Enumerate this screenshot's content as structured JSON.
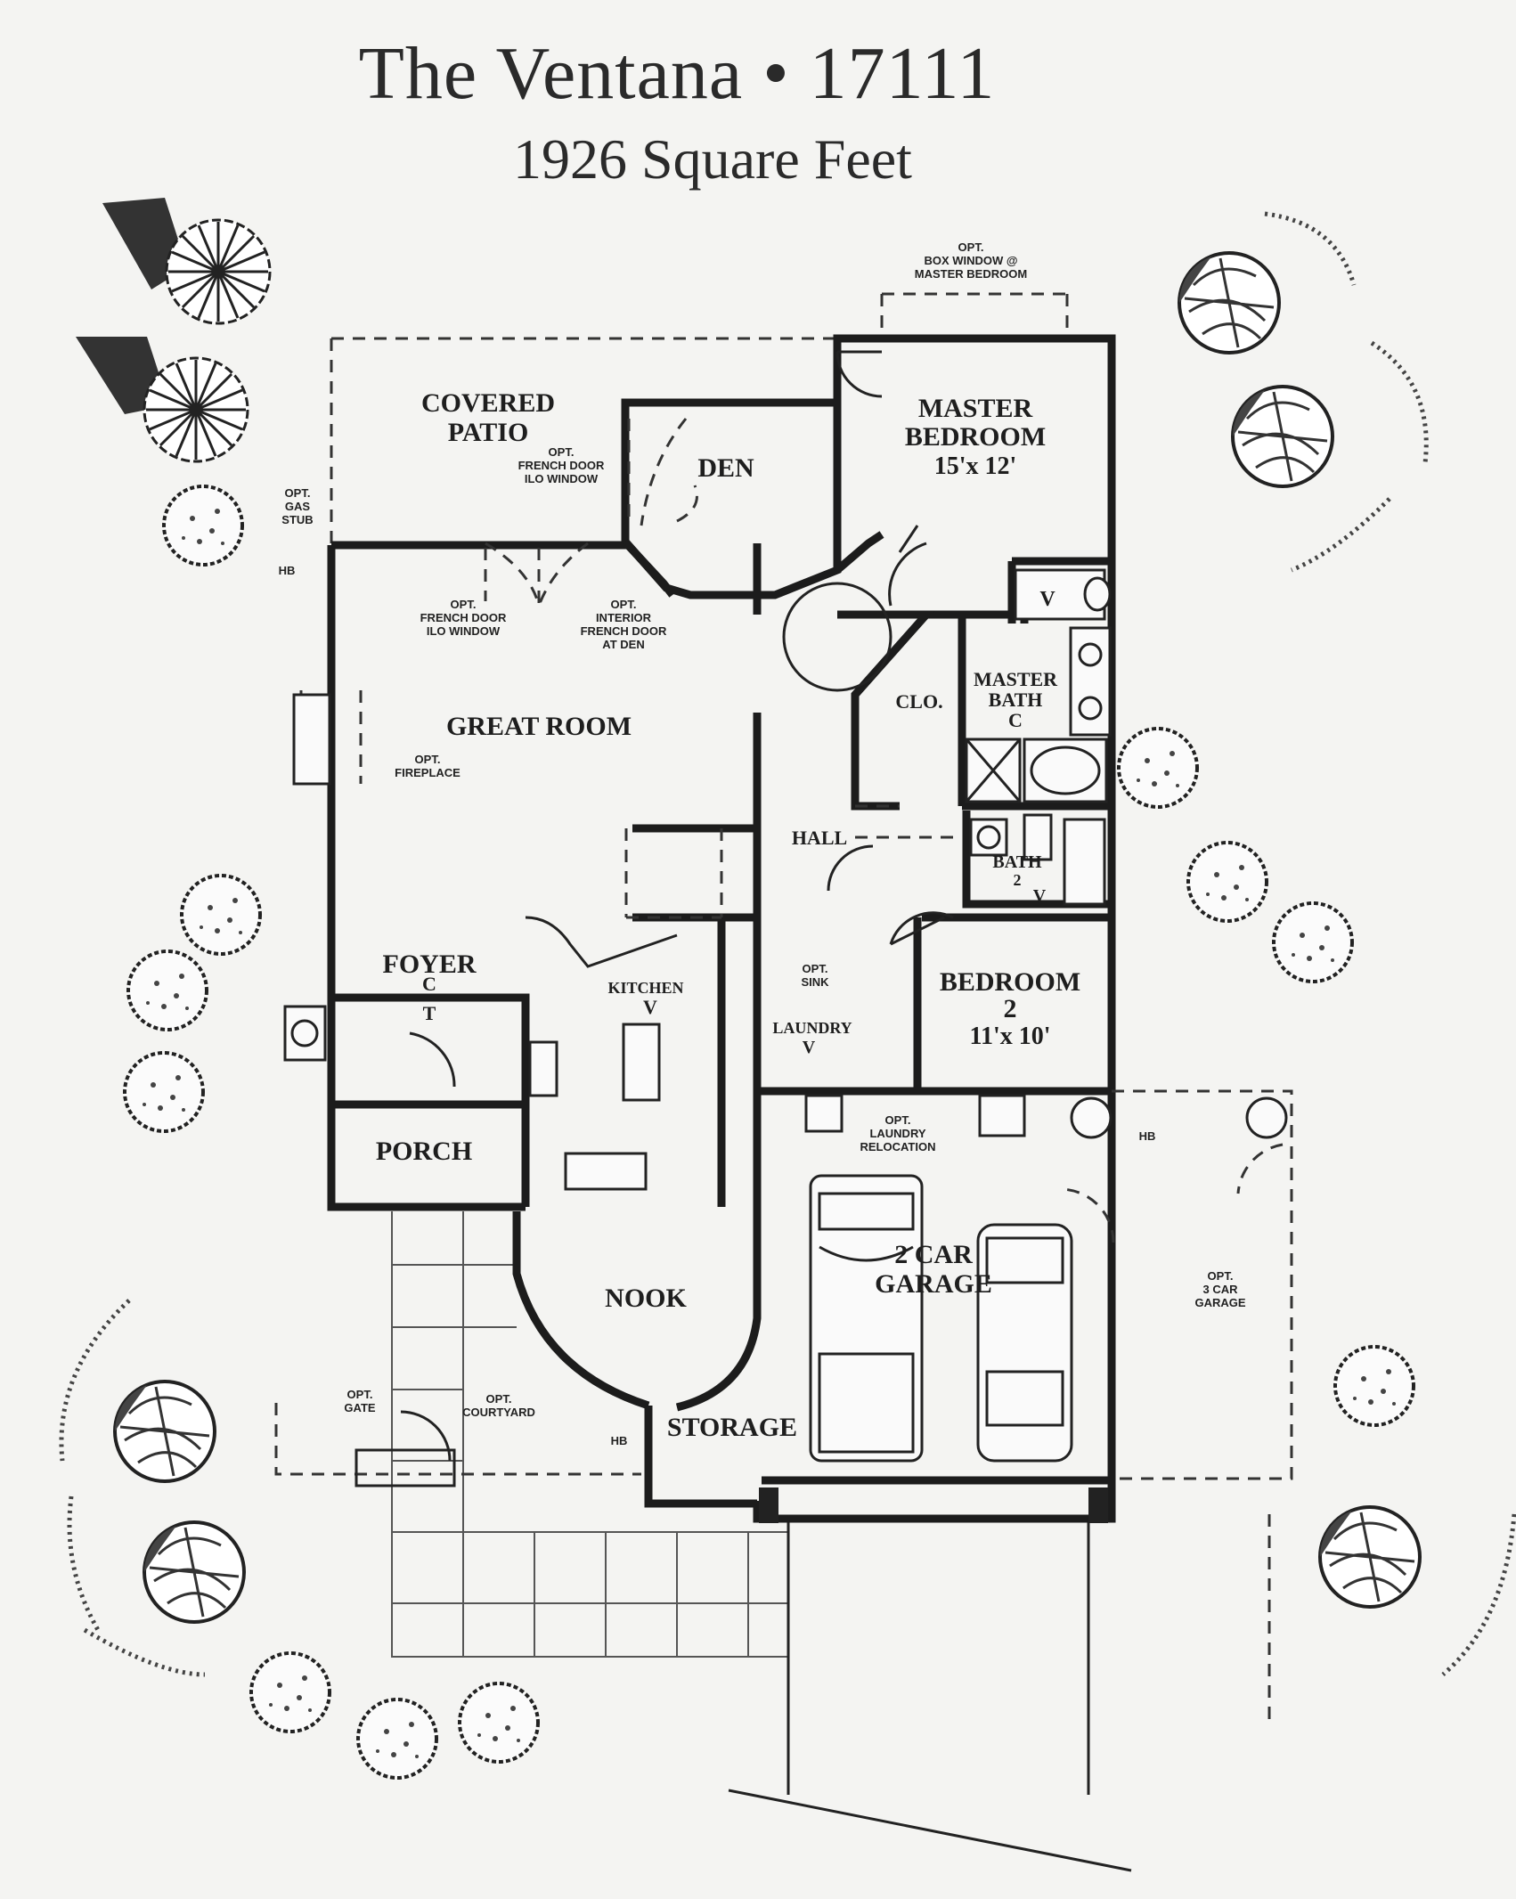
{
  "header": {
    "title": "The Ventana • 17111",
    "subtitle": "1926 Square Feet"
  },
  "rooms": {
    "covered_patio": [
      "COVERED",
      "PATIO"
    ],
    "den": "DEN",
    "master_bedroom": [
      "MASTER",
      "BEDROOM",
      "15'x 12'"
    ],
    "great_room": "GREAT ROOM",
    "closet": "CLO.",
    "master_bath": [
      "MASTER",
      "BATH",
      "C"
    ],
    "hall": "HALL",
    "bath2": [
      "BATH",
      "2",
      "V"
    ],
    "foyer": [
      "FOYER",
      "C",
      "T"
    ],
    "kitchen": [
      "KITCHEN",
      "V"
    ],
    "laundry": [
      "LAUNDRY",
      "V"
    ],
    "bedroom2": [
      "BEDROOM",
      "2",
      "11'x 10'"
    ],
    "porch": "PORCH",
    "nook": "NOOK",
    "garage": [
      "2 CAR",
      "GARAGE"
    ],
    "storage": "STORAGE",
    "master_bath_v": "V"
  },
  "notes": {
    "box_window": [
      "OPT.",
      "BOX WINDOW @",
      "MASTER BEDROOM"
    ],
    "french_door_window_top": [
      "OPT.",
      "FRENCH DOOR",
      "ILO WINDOW"
    ],
    "gas_stub": [
      "OPT.",
      "GAS",
      "STUB"
    ],
    "hb_left": "HB",
    "french_door_window_great": [
      "OPT.",
      "FRENCH DOOR",
      "ILO WINDOW"
    ],
    "interior_french_door": [
      "OPT.",
      "INTERIOR",
      "FRENCH DOOR",
      "AT DEN"
    ],
    "fireplace": [
      "OPT.",
      "FIREPLACE"
    ],
    "sink": [
      "OPT.",
      "SINK"
    ],
    "laundry_relocation": [
      "OPT.",
      "LAUNDRY",
      "RELOCATION"
    ],
    "hb_garage": "HB",
    "three_car_garage": [
      "OPT.",
      "3 CAR",
      "GARAGE"
    ],
    "gate": [
      "OPT.",
      "GATE"
    ],
    "courtyard": [
      "OPT.",
      "COURTYARD"
    ],
    "hb_storage": "HB"
  }
}
